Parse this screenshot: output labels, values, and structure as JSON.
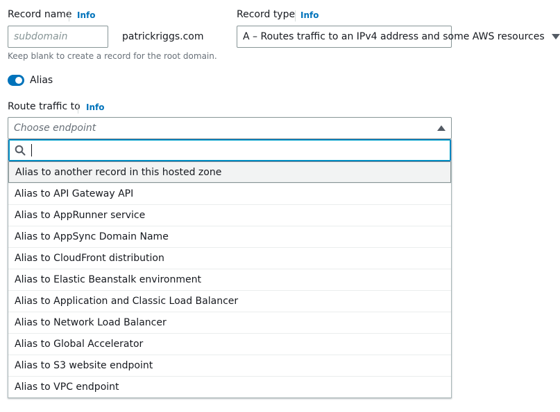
{
  "record_name": {
    "label": "Record name",
    "info": "Info",
    "placeholder": "subdomain",
    "domain_suffix": "patrickriggs.com",
    "hint": "Keep blank to create a record for the root domain."
  },
  "record_type": {
    "label": "Record type",
    "info": "Info",
    "value": "A – Routes traffic to an IPv4 address and some AWS resources"
  },
  "alias": {
    "label": "Alias",
    "enabled": true
  },
  "route_traffic": {
    "label": "Route traffic to",
    "info": "Info",
    "placeholder": "Choose endpoint",
    "search_value": "",
    "options": [
      "Alias to another record in this hosted zone",
      "Alias to API Gateway API",
      "Alias to AppRunner service",
      "Alias to AppSync Domain Name",
      "Alias to CloudFront distribution",
      "Alias to Elastic Beanstalk environment",
      "Alias to Application and Classic Load Balancer",
      "Alias to Network Load Balancer",
      "Alias to Global Accelerator",
      "Alias to S3 website endpoint",
      "Alias to VPC endpoint"
    ]
  },
  "colors": {
    "accent": "#0073bb",
    "text": "#16191f",
    "muted": "#687078",
    "border": "#879596"
  }
}
